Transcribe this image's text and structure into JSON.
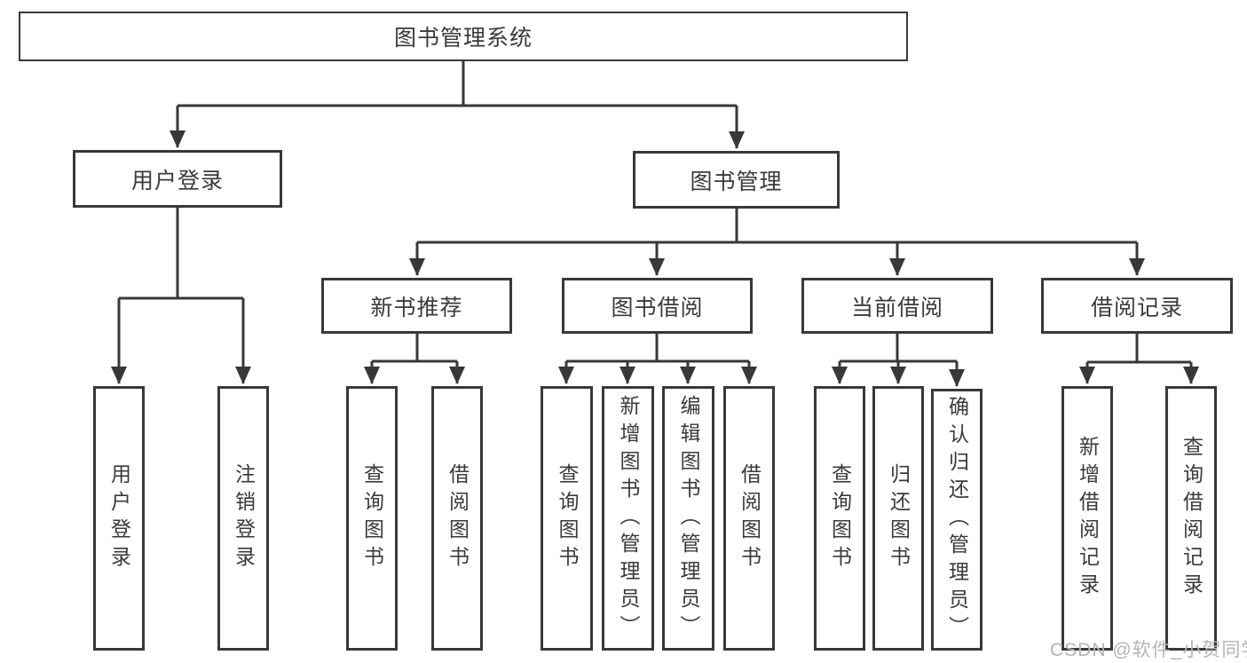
{
  "tree": {
    "root": {
      "label": "图书管理系统",
      "children": [
        {
          "label": "用户登录",
          "children": [
            {
              "label": "用户登录"
            },
            {
              "label": "注销登录"
            }
          ]
        },
        {
          "label": "图书管理",
          "children": [
            {
              "label": "新书推荐",
              "children": [
                {
                  "label": "查询图书"
                },
                {
                  "label": "借阅图书"
                }
              ]
            },
            {
              "label": "图书借阅",
              "children": [
                {
                  "label": "查询图书"
                },
                {
                  "label": "新增图书（管理员）"
                },
                {
                  "label": "编辑图书（管理员）"
                },
                {
                  "label": "借阅图书"
                }
              ]
            },
            {
              "label": "当前借阅",
              "children": [
                {
                  "label": "查询图书"
                },
                {
                  "label": "归还图书"
                },
                {
                  "label": "确认归还（管理员）"
                }
              ]
            },
            {
              "label": "借阅记录",
              "children": [
                {
                  "label": "新增借阅记录"
                },
                {
                  "label": "查询借阅记录"
                }
              ]
            }
          ]
        }
      ]
    }
  },
  "colors": {
    "line": "#383838",
    "text": "#3a3a3a",
    "box_background": "#ffffff",
    "watermark": "#b4b4b4"
  },
  "watermark": {
    "text": "CSDN @软件_小贺同学"
  }
}
